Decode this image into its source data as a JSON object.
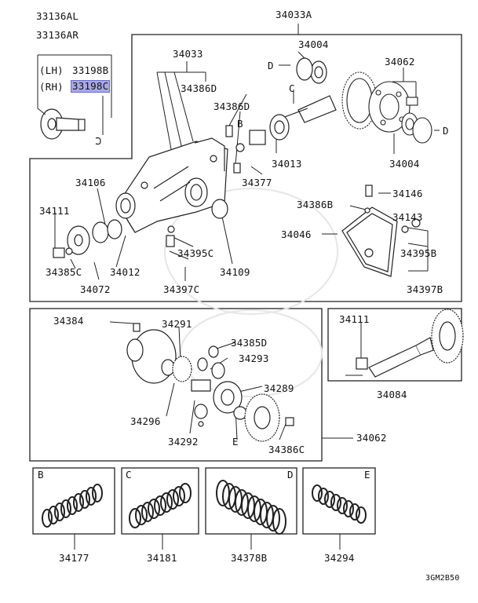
{
  "parts": {
    "p33136AL": "33136AL",
    "p33136AR": "33136AR",
    "lh": "(LH)",
    "p33198B": "33198B",
    "rh": "(RH)",
    "p33198C": "33198C",
    "p34033A": "34033A",
    "p34033": "34033",
    "p34004a": "34004",
    "p34062a": "34062",
    "p34386Da": "34386D",
    "p34386Db": "34386D",
    "p34013": "34013",
    "p34377": "34377",
    "p34004b": "34004",
    "p34106": "34106",
    "p34146": "34146",
    "p34386B": "34386B",
    "p34111a": "34111",
    "p34143": "34143",
    "p34046": "34046",
    "p34395Ca": "34395C",
    "p34395B": "34395B",
    "p34385C": "34385C",
    "p34012": "34012",
    "p34109": "34109",
    "p34072": "34072",
    "p34397C": "34397C",
    "p34397B": "34397B",
    "p34384": "34384",
    "p34291": "34291",
    "p34385D": "34385D",
    "p34111b": "34111",
    "p34293": "34293",
    "p34289": "34289",
    "p34296": "34296",
    "p34084": "34084",
    "p34292": "34292",
    "p34062b": "34062",
    "p34386C": "34386C",
    "p34177": "34177",
    "p34181": "34181",
    "p34378B": "34378B",
    "p34294": "34294"
  },
  "letters": {
    "d1": "D",
    "c1": "C",
    "b1": "B",
    "d2": "D",
    "e1": "E",
    "b2": "B",
    "c2": "C",
    "d3": "D",
    "e2": "E"
  },
  "footer": {
    "code": "3GM2B50"
  }
}
